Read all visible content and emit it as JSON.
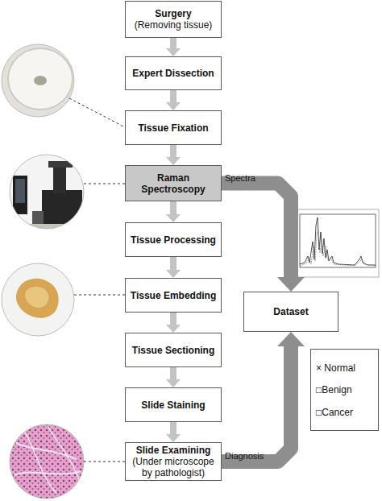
{
  "diagram": {
    "nodes": [
      {
        "text": [
          "Surgery",
          "(Removing tissue)"
        ]
      },
      {
        "text": [
          "Expert Dissection"
        ]
      },
      {
        "text": [
          "Tissue Fixation"
        ]
      },
      {
        "text": [
          "Raman Spectroscopy"
        ]
      },
      {
        "text": [
          "Tissue Processing"
        ]
      },
      {
        "text": [
          "Tissue Embedding"
        ]
      },
      {
        "text": [
          "Tissue Sectioning"
        ]
      },
      {
        "text": [
          "Slide Staining"
        ]
      },
      {
        "text": [
          "Slide Examining",
          "(Under microscope by pathologist)"
        ]
      },
      {
        "text": [
          "Dataset"
        ]
      },
      {
        "text": [
          "× Normal",
          "□Benign",
          "□Cancer"
        ]
      }
    ],
    "edges": [
      {
        "from": 0,
        "to": 1,
        "arrow": "to"
      },
      {
        "from": 1,
        "to": 2,
        "arrow": "to"
      },
      {
        "from": 2,
        "to": 3,
        "arrow": "to"
      },
      {
        "from": 3,
        "to": 4,
        "arrow": "to"
      },
      {
        "from": 4,
        "to": 5,
        "arrow": "to"
      },
      {
        "from": 5,
        "to": 6,
        "arrow": "to"
      },
      {
        "from": 6,
        "to": 7,
        "arrow": "to"
      },
      {
        "from": 7,
        "to": 8,
        "arrow": "to"
      },
      {
        "from": 3,
        "to": 9,
        "label": "Spectra",
        "arrow": "to"
      },
      {
        "from": 8,
        "to": 9,
        "label": "Diagnosis",
        "arrow": "to"
      }
    ]
  }
}
